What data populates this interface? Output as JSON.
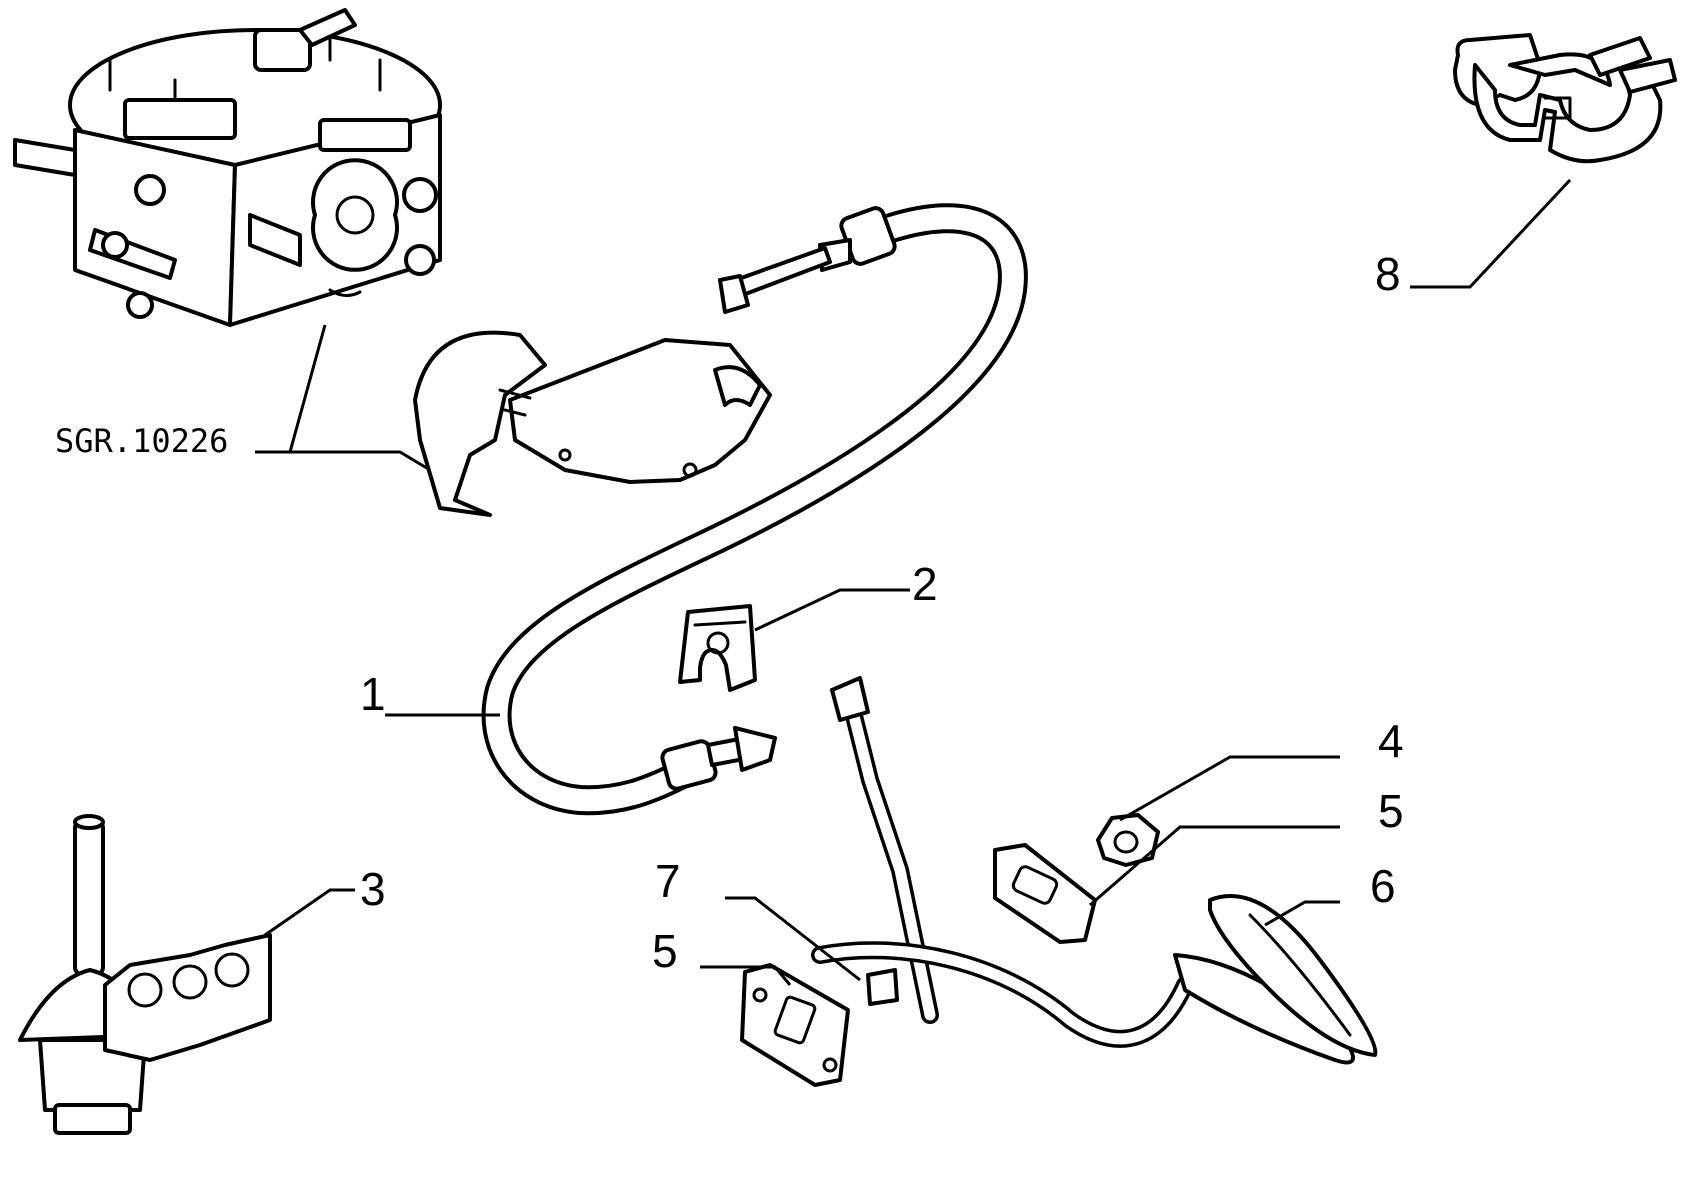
{
  "reference_code": "SGR.10226",
  "callouts": [
    "1",
    "2",
    "3",
    "4",
    "5",
    "5",
    "6",
    "7",
    "8"
  ],
  "colors": {
    "line": "#000000",
    "background": "#ffffff"
  }
}
